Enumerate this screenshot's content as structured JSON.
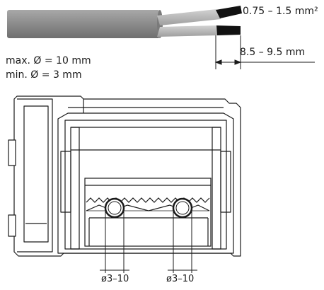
{
  "cable": {
    "wire_cross_section": "0.75 – 1.5 mm²",
    "strip_length": "8.5 – 9.5 mm",
    "max_diameter": "max. Ø = 10 mm",
    "min_diameter": "min. Ø = 3 mm"
  },
  "connector": {
    "entry_1_diameter": "ø3–10",
    "entry_2_diameter": "ø3–10"
  },
  "colors": {
    "cable_sheath": "#8e8e8e",
    "wire_insulation": "#bdbdbd",
    "conductor": "#111111",
    "line": "#1a1a1a"
  }
}
